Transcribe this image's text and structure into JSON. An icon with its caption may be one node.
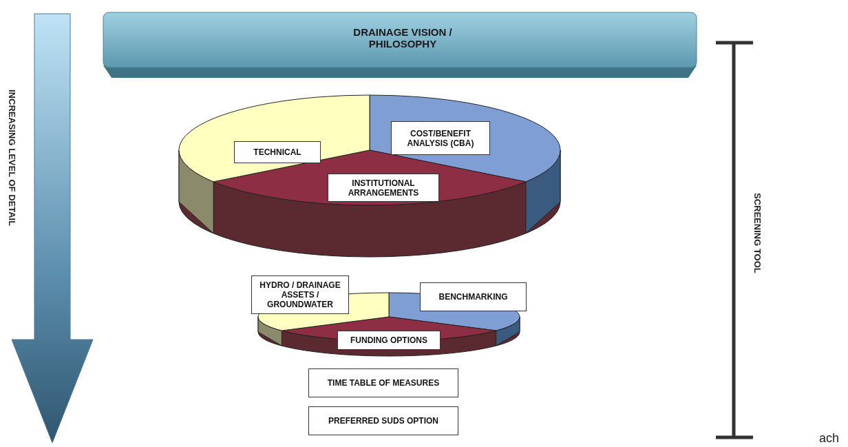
{
  "diagram": {
    "nodes": [
      {
        "text": [
          "DRAINAGE VISION / PHILOSOPHY"
        ]
      },
      {
        "text": [
          "TECHNICAL"
        ]
      },
      {
        "text": [
          "COST/BENEFIT ANALYSIS (CBA)"
        ]
      },
      {
        "text": [
          "INSTITUTIONAL ARRANGEMENTS"
        ]
      },
      {
        "text": [
          "HYDRO / DRAINAGE ASSETS / GROUNDWATER"
        ]
      },
      {
        "text": [
          "BENCHMARKING"
        ]
      },
      {
        "text": [
          "FUNDING OPTIONS"
        ]
      },
      {
        "text": [
          "TIME TABLE OF MEASURES"
        ]
      },
      {
        "text": [
          "PREFERRED SUDS OPTION"
        ]
      }
    ],
    "labels": [
      "INCREASING LEVEL OF DETAIL",
      "SCREENING TOOL",
      "ach"
    ]
  }
}
